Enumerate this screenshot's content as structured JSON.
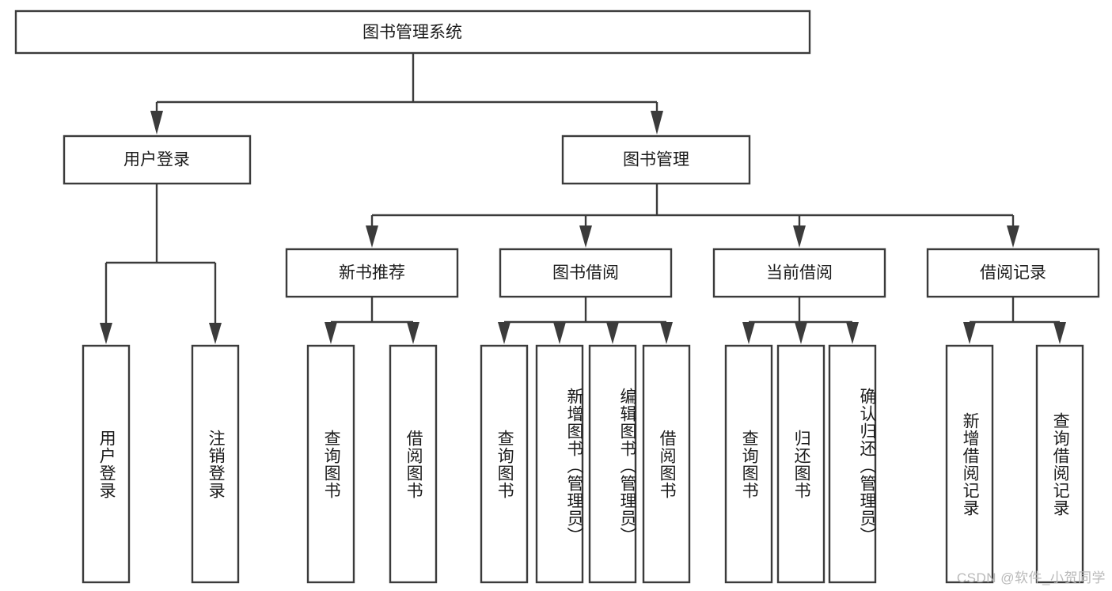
{
  "diagram": {
    "title": "图书管理系统",
    "type": "tree-hierarchy",
    "root": {
      "label": "图书管理系统"
    },
    "level2": [
      {
        "label": "用户登录"
      },
      {
        "label": "图书管理"
      }
    ],
    "level3": [
      {
        "label": "新书推荐"
      },
      {
        "label": "图书借阅"
      },
      {
        "label": "当前借阅"
      },
      {
        "label": "借阅记录"
      }
    ],
    "leaves": {
      "user_login": [
        {
          "label": "用户登录"
        },
        {
          "label": "注销登录"
        }
      ],
      "new_book_recommend": [
        {
          "label": "查询图书"
        },
        {
          "label": "借阅图书"
        }
      ],
      "book_borrow": [
        {
          "label": "查询图书"
        },
        {
          "label": "新增图书（管理员）"
        },
        {
          "label": "编辑图书（管理员）"
        },
        {
          "label": "借阅图书"
        }
      ],
      "current_borrow": [
        {
          "label": "查询图书"
        },
        {
          "label": "归还图书"
        },
        {
          "label": "确认归还（管理员）"
        }
      ],
      "borrow_record": [
        {
          "label": "新增借阅记录"
        },
        {
          "label": "查询借阅记录"
        }
      ]
    }
  },
  "watermark": {
    "text": "CSDN @软件_小贺同学"
  },
  "colors": {
    "stroke": "#3b3b3b",
    "fill": "#ffffff",
    "text": "#1b1b1b",
    "watermark": "#b9b9b9"
  }
}
